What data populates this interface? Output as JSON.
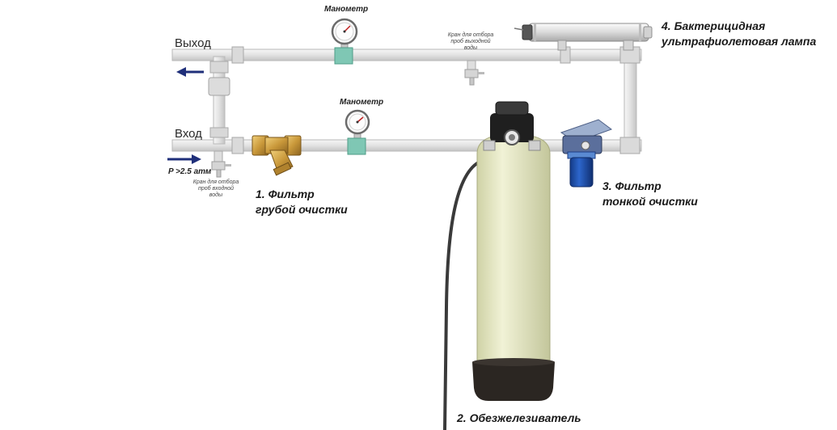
{
  "pipes": {
    "outlet_label": "Выход",
    "inlet_label": "Вход"
  },
  "gauges": {
    "top_label": "Манометр",
    "bottom_label": "Манометр"
  },
  "taps": {
    "outlet_sample_label": "Кран для отбора проб выходной воды",
    "inlet_sample_label": "Кран для отбора проб входной воды"
  },
  "pressure": {
    "symbol": "P",
    "value": ">2.5 атм"
  },
  "components": {
    "coarse_filter_line1": "1. Фильтр",
    "coarse_filter_line2": "грубой очистки",
    "iron_remover": "2. Обезжелезиватель",
    "fine_filter_line1": "3. Фильтр",
    "fine_filter_line2": "тонкой очистки",
    "uv_lamp_line1": "4. Бактерицидная",
    "uv_lamp_line2": "ультрафиолетовая лампа"
  },
  "colors": {
    "pipe": "#e6e6e6",
    "pipe_edge": "#b9b9b9",
    "arrow": "#1f2f7a",
    "brass": "#c99a3c",
    "tank": "#e7e9c4",
    "tank_base": "#2b2622",
    "fine_filter_housing": "#1e4fb0"
  }
}
